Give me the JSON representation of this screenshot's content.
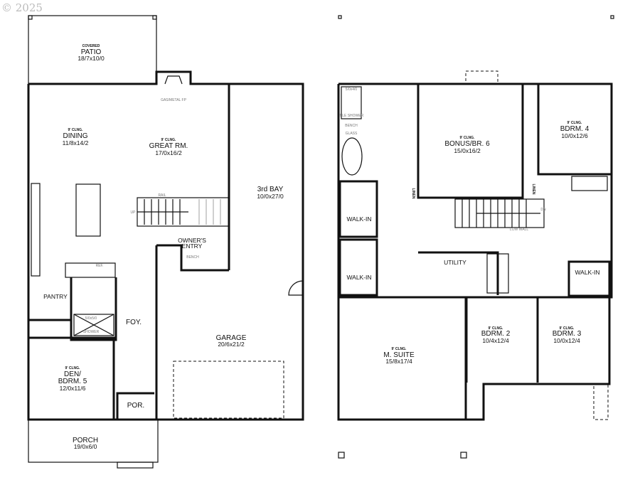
{
  "copyright": "© 2025",
  "main_floor": {
    "patio": {
      "ceiling": "COVERED",
      "name": "PATIO",
      "size": "18/7x10/0"
    },
    "fireplace": "GAS/METAL FP",
    "dining": {
      "ceiling": "9' CLNG.",
      "name": "DINING",
      "size": "11/8x14/2"
    },
    "great_room": {
      "ceiling": "9' CLNG.",
      "name": "GREAT RM.",
      "size": "17/0x16/2"
    },
    "third_bay": {
      "name": "3rd BAY",
      "size": "10/0x27/0"
    },
    "rail": "RAIL",
    "up": "UP",
    "owners_entry": {
      "line1": "OWNER'S",
      "line2": "ENTRY"
    },
    "bench": "BENCH",
    "ref": "REF.",
    "pantry": "PANTRY",
    "shower": {
      "size": "5/0x5/0",
      "name": "SHOWER"
    },
    "foyer": "FOY.",
    "garage": {
      "name": "GARAGE",
      "size": "20/6x21/2"
    },
    "den": {
      "ceiling": "9' CLNG.",
      "line1": "DEN/",
      "line2": "BDRM. 5",
      "size": "12/0x11/6"
    },
    "por": "POR.",
    "porch": {
      "name": "PORCH",
      "size": "19/0x6/0"
    }
  },
  "upper_floor": {
    "tile_shower": {
      "size": "5/0x4/0",
      "name": "TILE SHOWER"
    },
    "bench": "BENCH",
    "glass": "GLASS",
    "bonus": {
      "ceiling": "9' CLNG.",
      "name": "BONUS/BR. 6",
      "size": "15/0x16/2"
    },
    "bdrm4": {
      "ceiling": "9' CLNG.",
      "name": "BDRM. 4",
      "size": "10/0x12/6"
    },
    "linen": "LINEN",
    "dn": "DN",
    "low_wall": "LOW WALL",
    "walk_in": "WALK-IN",
    "utility": "UTILITY",
    "bdrm2": {
      "ceiling": "9' CLNG.",
      "name": "BDRM. 2",
      "size": "10/4x12/4"
    },
    "bdrm3": {
      "ceiling": "9' CLNG.",
      "name": "BDRM. 3",
      "size": "10/0x12/4"
    },
    "master": {
      "ceiling": "9' CLNG.",
      "name": "M. SUITE",
      "size": "15/8x17/4"
    }
  }
}
